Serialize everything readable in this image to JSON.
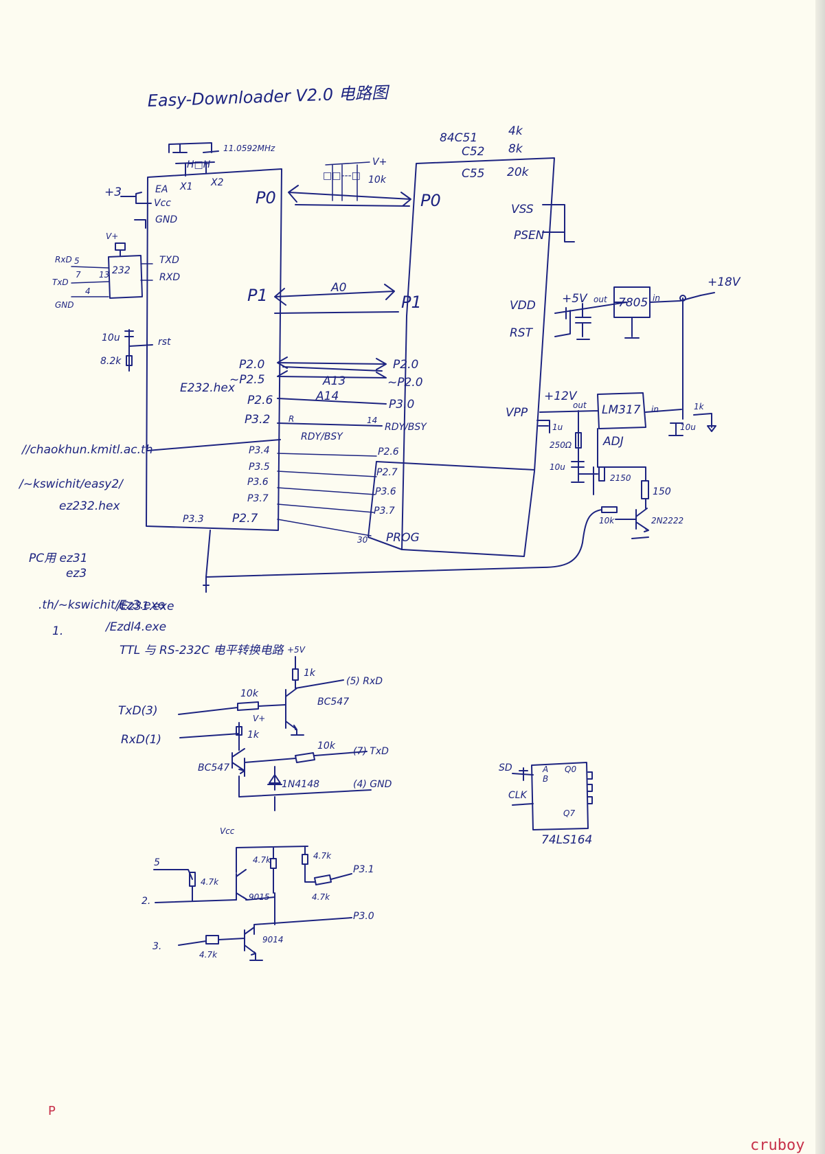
{
  "title": "Easy-Downloader V2.0 (handwritten schematic)",
  "main": {
    "heading": "Easy-Downloader V2.0 电路图",
    "chips": {
      "mcu": {
        "pins_left": [
          "EA",
          "Vcc",
          "GND",
          "TXD",
          "RXD",
          "rst"
        ],
        "pins_top": [
          "X1",
          "X2"
        ],
        "ports_right": [
          "P0",
          "P1",
          "P2.0",
          "~P2.5",
          "P2.6",
          "P3.2",
          "P3.4",
          "P3.5",
          "P3.6",
          "P3.7",
          "P2.7"
        ],
        "p33": "P3.3",
        "firmware": "E232.hex",
        "crystal": "11.0592MHz",
        "xtal_label": "H□H"
      },
      "target": {
        "part": "84C51",
        "variants": [
          "C52",
          "C55"
        ],
        "sizes": [
          "4k",
          "8k",
          "20k"
        ],
        "ports_left": [
          "P0",
          "P1",
          "P2.0",
          "~P2.0",
          "P3.0",
          "RDY/BSY",
          "P2.6",
          "P2.7",
          "P3.6",
          "P3.7",
          "PROG"
        ],
        "pins_right": [
          "VSS",
          "PSEN",
          "VDD",
          "RST",
          "VPP"
        ]
      },
      "max": {
        "label": "232",
        "pin_labels": [
          "5",
          "7",
          "4",
          "13"
        ],
        "vplus": "V+"
      }
    },
    "buses": {
      "a0": "A0",
      "a13": "A13",
      "a14": "A14",
      "rdy": "RDY/BSY",
      "r": "R",
      "v14": "14",
      "n30": "30"
    },
    "pullups": {
      "vplus": "V+",
      "res": "10k",
      "dots": "□□---□"
    },
    "reset": {
      "cap": "10u",
      "res": "8.2k"
    },
    "power": {
      "in_label": "+3",
      "plus5": "+5V",
      "reg1": "7805",
      "in18": "+18V",
      "in_pin": "in",
      "out_pin": "out",
      "plus12": "+12V",
      "reg2": "LM317",
      "adj": "ADJ",
      "r1": "250Ω",
      "r2": "2150",
      "r3": "150",
      "c1": "1u",
      "c2": "10u",
      "c3": "10u",
      "transistor": "2N2222",
      "base_res": "10k",
      "led": "1k",
      "led_in": "in"
    },
    "notes": {
      "url1": "//chaokhun.kmitl.ac.th",
      "url2": "/~kswichit/easy2/",
      "hex": "ez232.hex",
      "pc": "PC用  ez31",
      "pc2": "ez3",
      "exe1": ".th/~kswichit/Ez3.exe",
      "exe2": "/Ez31.exe",
      "mark1": "1.",
      "exe3": "/Ezdl4.exe"
    },
    "section2": {
      "title": "TTL 与 RS-232C 电平转换电路",
      "plus5": "+5V",
      "r1k": "1k",
      "rxd_out": "(5) RxD",
      "q1": "BC547",
      "txd_in": "TxD(3)",
      "rxd_in": "RxD(1)",
      "r10k": "10k",
      "vplus": "V+",
      "r1k2": "1k",
      "r10k2": "10k",
      "txd_out": "(7) TxD",
      "q2": "BC547",
      "diode": "1N4148",
      "gnd": "(4) GND"
    },
    "section3": {
      "vcc": "Vcc",
      "in5": "5",
      "in2": "2.",
      "in3": "3.",
      "r1": "4.7k",
      "r2": "4.7k",
      "r3": "4.7k",
      "r4": "4.7k",
      "r5": "4.7k",
      "q1": "9015",
      "q2": "9014",
      "p31": "P3.1",
      "p30": "P3.0"
    },
    "shiftreg": {
      "sd": "SD",
      "clk": "CLK",
      "a": "A",
      "b": "B",
      "q0": "Q0",
      "q7": "Q7",
      "part": "74LS164"
    },
    "corner_mark": "P",
    "watermark": "cruboy"
  }
}
